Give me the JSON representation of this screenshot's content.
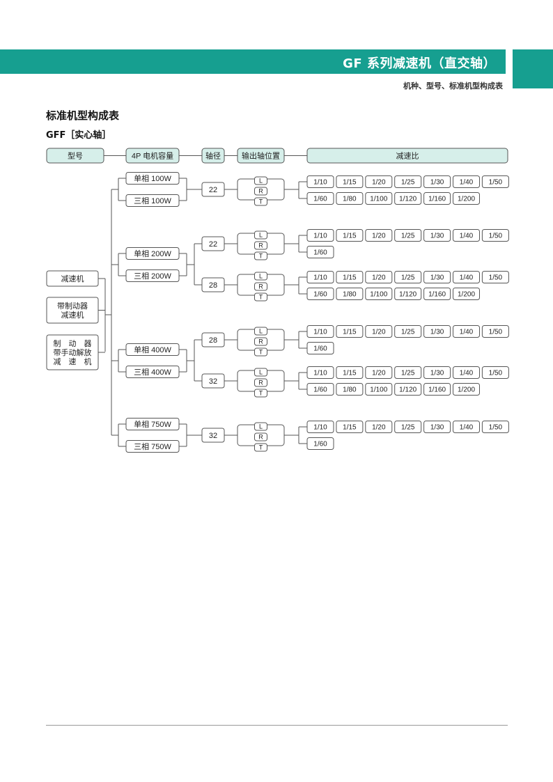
{
  "header": {
    "title": "GF 系列减速机（直交轴）",
    "subtitle": "机种、型号、标准机型构成表"
  },
  "section_title": "标准机型构成表",
  "model_label": "GFF［实心轴］",
  "table_headers": [
    "型号",
    "4P 电机容量",
    "轴径",
    "输出轴位置",
    "减速比"
  ],
  "models": [
    "减速机",
    "带制动器\n减速机",
    "制　动　器\n带手动解放\n减　速　机"
  ],
  "output_positions": [
    "L",
    "R",
    "T"
  ],
  "ratio_sets": {
    "full": [
      "1/10",
      "1/15",
      "1/20",
      "1/25",
      "1/30",
      "1/40",
      "1/50",
      "1/60",
      "1/80",
      "1/100",
      "1/120",
      "1/160",
      "1/200"
    ],
    "short": [
      "1/10",
      "1/15",
      "1/20",
      "1/25",
      "1/30",
      "1/40",
      "1/50",
      "1/60"
    ]
  },
  "groups": [
    {
      "motors": [
        "单相 100W",
        "三相 100W"
      ],
      "shafts": [
        {
          "diameter": "22",
          "ratios": "full"
        }
      ]
    },
    {
      "motors": [
        "单相 200W",
        "三相 200W"
      ],
      "shafts": [
        {
          "diameter": "22",
          "ratios": "short"
        },
        {
          "diameter": "28",
          "ratios": "full"
        }
      ]
    },
    {
      "motors": [
        "单相 400W",
        "三相 400W"
      ],
      "shafts": [
        {
          "diameter": "28",
          "ratios": "short"
        },
        {
          "diameter": "32",
          "ratios": "full"
        }
      ]
    },
    {
      "motors": [
        "单相 750W",
        "三相 750W"
      ],
      "shafts": [
        {
          "diameter": "32",
          "ratios": "short"
        }
      ]
    }
  ],
  "colors": {
    "brand": "#169f90",
    "header_cell": "#d6efea",
    "line": "#555555"
  }
}
